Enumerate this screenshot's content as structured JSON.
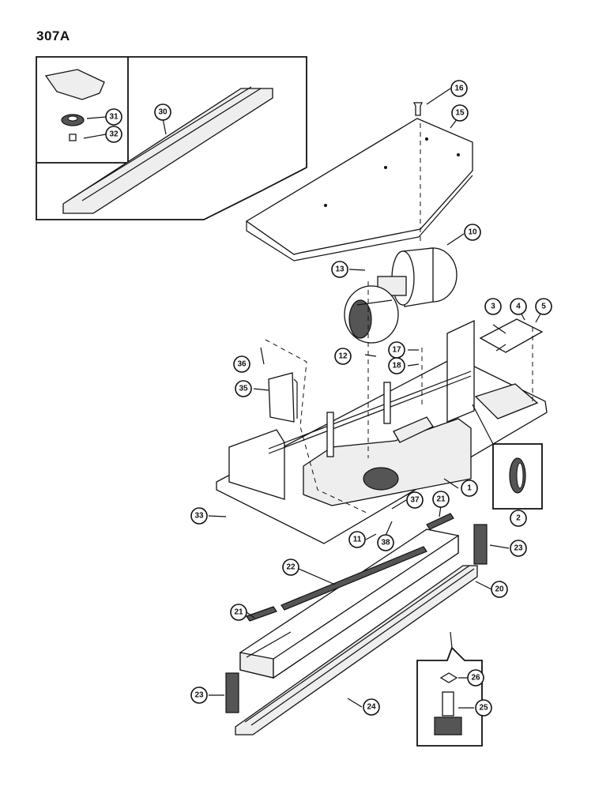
{
  "page": {
    "title": "307A"
  },
  "callouts": [
    {
      "id": "callout-1",
      "label": "1"
    },
    {
      "id": "callout-2",
      "label": "2"
    },
    {
      "id": "callout-3",
      "label": "3"
    },
    {
      "id": "callout-4",
      "label": "4"
    },
    {
      "id": "callout-5",
      "label": "5"
    },
    {
      "id": "callout-10",
      "label": "10"
    },
    {
      "id": "callout-11",
      "label": "11"
    },
    {
      "id": "callout-12",
      "label": "12"
    },
    {
      "id": "callout-13",
      "label": "13"
    },
    {
      "id": "callout-15",
      "label": "15"
    },
    {
      "id": "callout-16",
      "label": "16"
    },
    {
      "id": "callout-17",
      "label": "17"
    },
    {
      "id": "callout-18",
      "label": "18"
    },
    {
      "id": "callout-20",
      "label": "20"
    },
    {
      "id": "callout-21a",
      "label": "21"
    },
    {
      "id": "callout-21b",
      "label": "21"
    },
    {
      "id": "callout-22",
      "label": "22"
    },
    {
      "id": "callout-23a",
      "label": "23"
    },
    {
      "id": "callout-23b",
      "label": "23"
    },
    {
      "id": "callout-24",
      "label": "24"
    },
    {
      "id": "callout-25",
      "label": "25"
    },
    {
      "id": "callout-26",
      "label": "26"
    },
    {
      "id": "callout-30",
      "label": "30"
    },
    {
      "id": "callout-31",
      "label": "31"
    },
    {
      "id": "callout-32",
      "label": "32"
    },
    {
      "id": "callout-33",
      "label": "33"
    },
    {
      "id": "callout-35",
      "label": "35"
    },
    {
      "id": "callout-36",
      "label": "36"
    },
    {
      "id": "callout-37",
      "label": "37"
    },
    {
      "id": "callout-38",
      "label": "38"
    }
  ]
}
